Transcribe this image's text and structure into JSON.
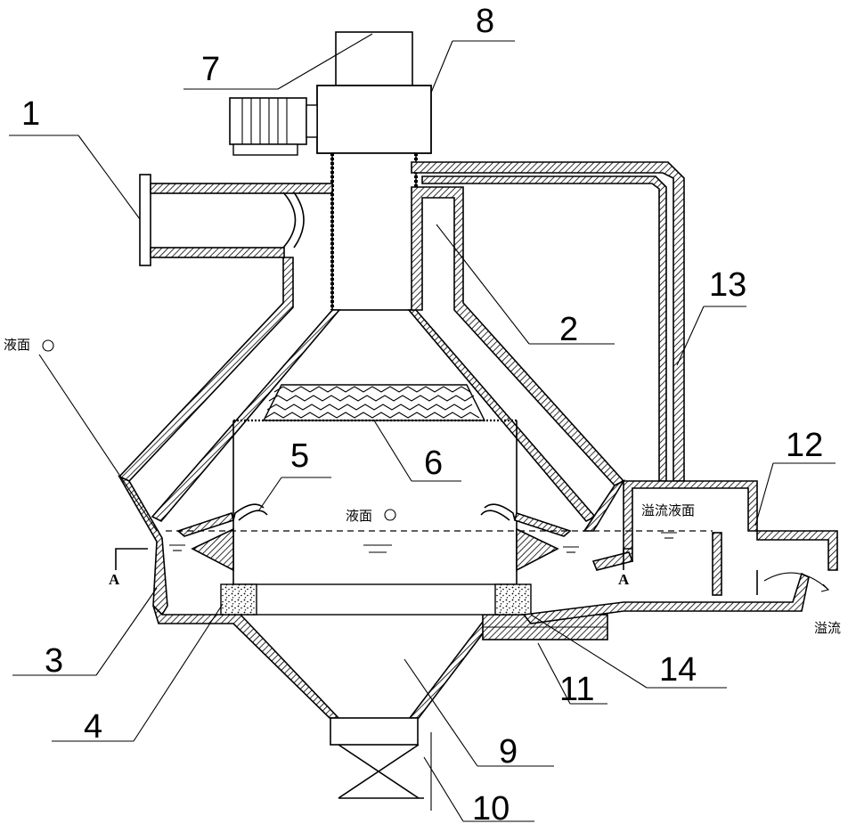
{
  "callouts": [
    "1",
    "2",
    "3",
    "4",
    "5",
    "6",
    "7",
    "8",
    "9",
    "10",
    "11",
    "12",
    "13",
    "14"
  ],
  "labels": {
    "liquid_level_left": "液面",
    "liquid_level_center": "液面",
    "overflow_level": "溢流液面",
    "overflow": "溢流",
    "section_mark_left": "A",
    "section_mark_right": "A"
  }
}
